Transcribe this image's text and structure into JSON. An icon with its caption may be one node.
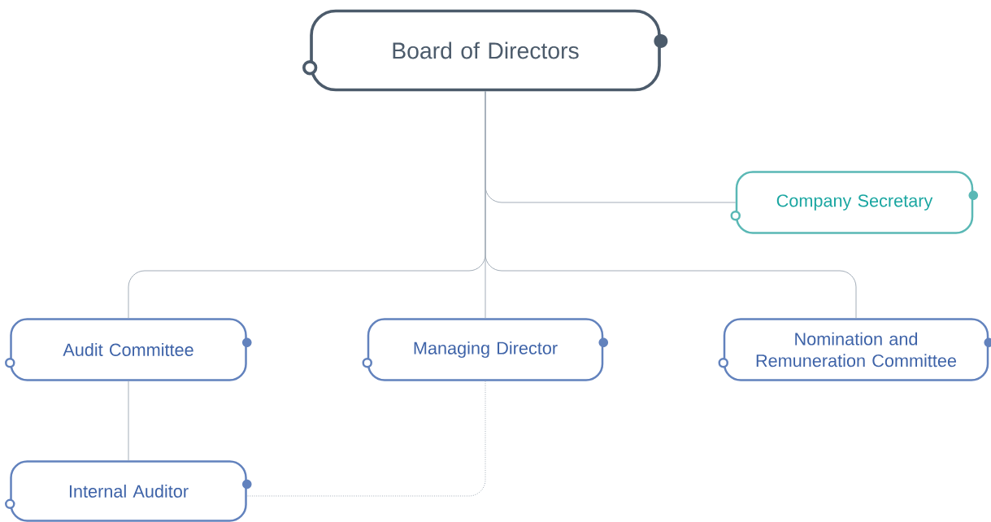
{
  "diagram": {
    "nodes": [
      {
        "text": [
          "Board of Directors"
        ]
      },
      {
        "text": [
          "Company Secretary"
        ]
      },
      {
        "text": [
          "Audit Committee"
        ]
      },
      {
        "text": [
          "Managing Director"
        ]
      },
      {
        "text": [
          "Nomination and Remuneration Committee"
        ]
      },
      {
        "text": [
          "Internal Auditor"
        ]
      }
    ],
    "edges": [
      {
        "from": 0,
        "to": 1,
        "arrow": "none"
      },
      {
        "from": 0,
        "to": 2,
        "arrow": "none"
      },
      {
        "from": 0,
        "to": 3,
        "arrow": "none"
      },
      {
        "from": 0,
        "to": 4,
        "arrow": "none"
      },
      {
        "from": 2,
        "to": 5,
        "arrow": "none"
      },
      {
        "from": 3,
        "to": 5,
        "arrow": "none",
        "style": "dashed"
      }
    ]
  }
}
